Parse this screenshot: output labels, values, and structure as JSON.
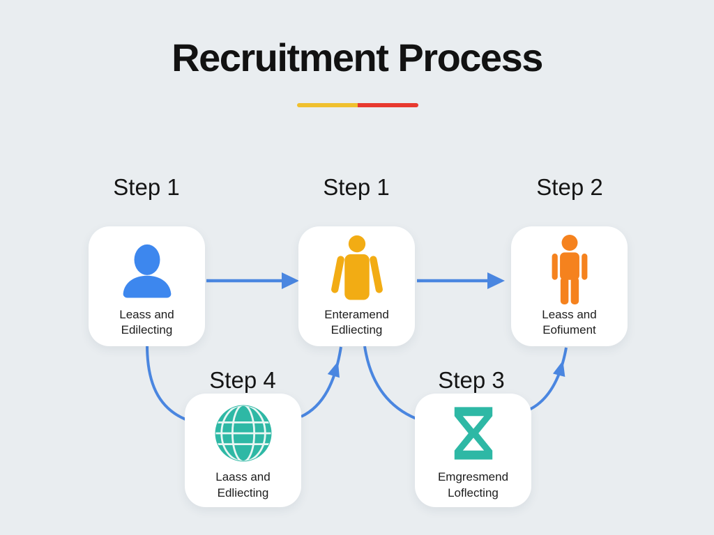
{
  "title": "Recruitment Process",
  "divider": {
    "left_color": "#F0C02E",
    "right_color": "#E8392F"
  },
  "colors": {
    "background": "#E9EDF0",
    "card": "#FFFFFF",
    "arrow": "#4A86E0",
    "title_text": "#121212",
    "blue_icon": "#3D87EE",
    "yellow_icon": "#F2AC14",
    "orange_icon": "#F5821E",
    "teal_icon": "#2EB8A5"
  },
  "steps": [
    {
      "label": "Step 1",
      "caption": "Leass and\nEdilecting",
      "icon": "person-bust-icon",
      "icon_color": "#3D87EE"
    },
    {
      "label": "Step 1",
      "caption": "Enteramend\nEdliecting",
      "icon": "person-standing-icon",
      "icon_color": "#F2AC14"
    },
    {
      "label": "Step 2",
      "caption": "Leass and\nEofiument",
      "icon": "person-figure-icon",
      "icon_color": "#F5821E"
    },
    {
      "label": "Step 4",
      "caption": "Laass and\nEdliecting",
      "icon": "globe-icon",
      "icon_color": "#2EB8A5"
    },
    {
      "label": "Step 3",
      "caption": "Emgresmend\nLoflecting",
      "icon": "hourglass-icon",
      "icon_color": "#2EB8A5"
    }
  ]
}
